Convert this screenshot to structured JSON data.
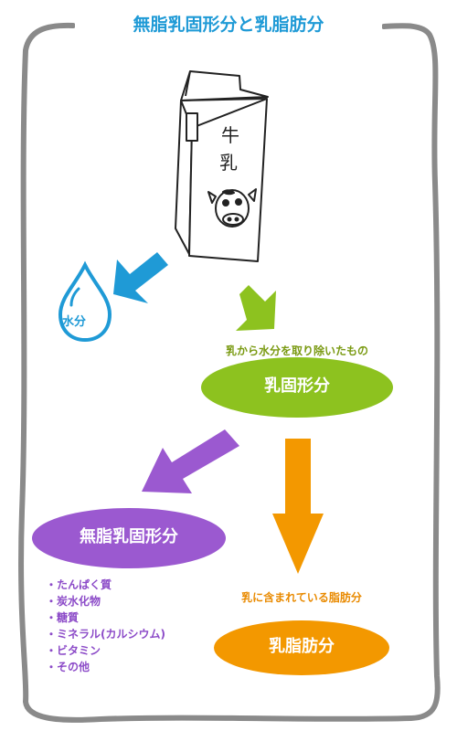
{
  "title": "無脂乳固形分と乳脂肪分",
  "carton": {
    "label_line1": "牛",
    "label_line2": "乳"
  },
  "water": {
    "label": "水分"
  },
  "milk_solids": {
    "caption": "乳から水分を取り除いたもの",
    "label": "乳固形分"
  },
  "nonfat_solids": {
    "label": "無脂乳固形分",
    "items": [
      "・たんぱく質",
      "・炭水化物",
      "・糖質",
      "・ミネラル(カルシウム)",
      "・ビタミン",
      "・その他"
    ]
  },
  "milk_fat": {
    "caption": "乳に含まれている脂肪分",
    "label": "乳脂肪分"
  },
  "colors": {
    "water_blue": "#1f9ad6",
    "green": "#8dc21f",
    "purple": "#9b59d0",
    "orange": "#f39800",
    "frame_gray": "#8a8a8a"
  }
}
